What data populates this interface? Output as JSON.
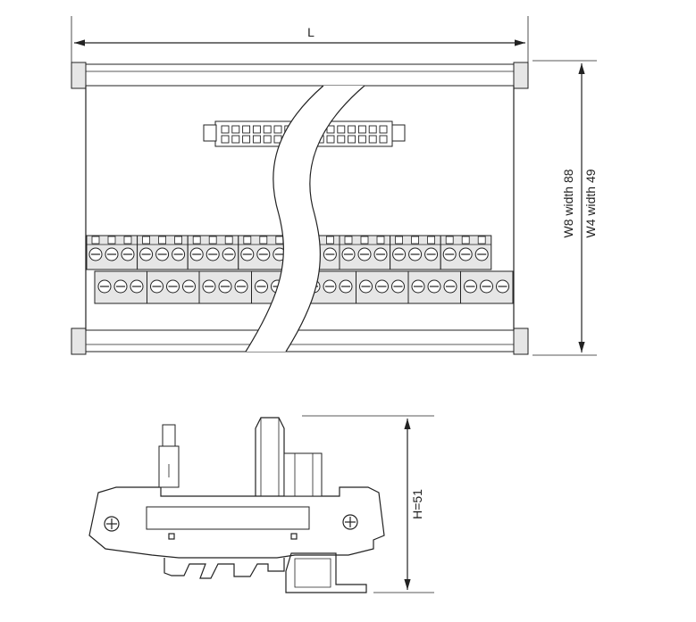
{
  "labels": {
    "length": "L",
    "width_w8": "W8 width 88",
    "width_w4": "W4 width 49",
    "height": "H=51"
  },
  "colors": {
    "stroke": "#222222",
    "module_fill": "#e6e6e6",
    "terminal_fill": "#cfcfcf"
  }
}
